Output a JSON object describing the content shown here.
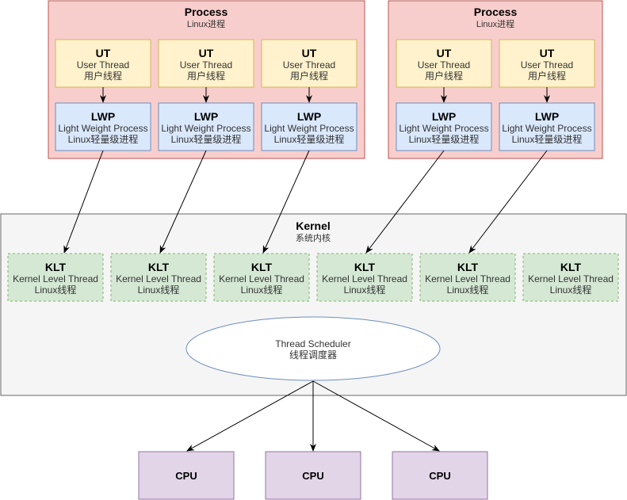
{
  "processes": [
    {
      "title": "Process",
      "subtitle": "Linux进程",
      "threads": [
        {
          "ut": {
            "title": "UT",
            "line1": "User Thread",
            "line2": "用户线程"
          },
          "lwp": {
            "title": "LWP",
            "line1": "Light Weight Process",
            "line2": "Linux轻量级进程"
          }
        },
        {
          "ut": {
            "title": "UT",
            "line1": "User Thread",
            "line2": "用户线程"
          },
          "lwp": {
            "title": "LWP",
            "line1": "Light Weight Process",
            "line2": "Linux轻量级进程"
          }
        },
        {
          "ut": {
            "title": "UT",
            "line1": "User Thread",
            "line2": "用户线程"
          },
          "lwp": {
            "title": "LWP",
            "line1": "Light Weight Process",
            "line2": "Linux轻量级进程"
          }
        }
      ]
    },
    {
      "title": "Process",
      "subtitle": "Linux进程",
      "threads": [
        {
          "ut": {
            "title": "UT",
            "line1": "User Thread",
            "line2": "用户线程"
          },
          "lwp": {
            "title": "LWP",
            "line1": "Light Weight Process",
            "line2": "Linux轻量级进程"
          }
        },
        {
          "ut": {
            "title": "UT",
            "line1": "User Thread",
            "line2": "用户线程"
          },
          "lwp": {
            "title": "LWP",
            "line1": "Light Weight Process",
            "line2": "Linux轻量级进程"
          }
        }
      ]
    }
  ],
  "kernel": {
    "title": "Kernel",
    "subtitle": "系统内核",
    "klts": [
      {
        "title": "KLT",
        "line1": "Kernel Level Thread",
        "line2": "Linux线程"
      },
      {
        "title": "KLT",
        "line1": "Kernel Level Thread",
        "line2": "Linux线程"
      },
      {
        "title": "KLT",
        "line1": "Kernel Level Thread",
        "line2": "Linux线程"
      },
      {
        "title": "KLT",
        "line1": "Kernel Level Thread",
        "line2": "Linux线程"
      },
      {
        "title": "KLT",
        "line1": "Kernel Level Thread",
        "line2": "Linux线程"
      },
      {
        "title": "KLT",
        "line1": "Kernel Level Thread",
        "line2": "Linux线程"
      }
    ],
    "scheduler": {
      "line1": "Thread Scheduler",
      "line2": "线程调度器"
    }
  },
  "cpus": [
    {
      "label": "CPU"
    },
    {
      "label": "CPU"
    },
    {
      "label": "CPU"
    }
  ],
  "colors": {
    "process_fill": "#f8cecc",
    "process_stroke": "#b85450",
    "ut_fill": "#fff2cc",
    "ut_stroke": "#d6b656",
    "lwp_fill": "#dae8fc",
    "lwp_stroke": "#6c8ebf",
    "kernel_fill": "#f5f5f5",
    "kernel_stroke": "#666666",
    "klt_fill": "#d5e8d4",
    "klt_stroke": "#82b366",
    "scheduler_stroke": "#6c8ebf",
    "cpu_fill": "#e1d5e7",
    "cpu_stroke": "#9673a6"
  }
}
